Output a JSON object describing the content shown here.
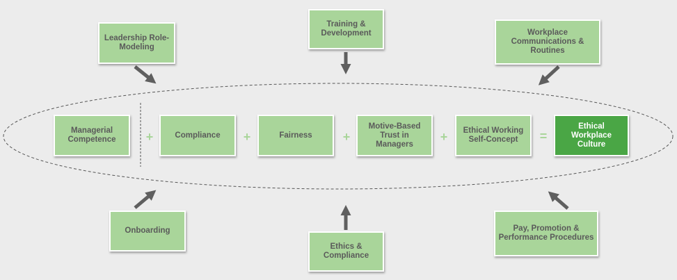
{
  "influences": {
    "leadership": "Leadership Role-Modeling",
    "training": "Training & Development",
    "communications": "Workplace Communications & Routines",
    "onboarding": "Onboarding",
    "ethics_compliance": "Ethics & Compliance",
    "pay_promotion": "Pay, Promotion & Performance Procedures"
  },
  "equation": {
    "managerial": "Managerial Competence",
    "compliance": "Compliance",
    "fairness": "Fairness",
    "motive_trust": "Motive-Based Trust in Managers",
    "self_concept": "Ethical Working Self-Concept",
    "result": "Ethical Workplace Culture",
    "op_plus": "+",
    "op_equals": "="
  },
  "colors": {
    "box_fill": "#a9d59a",
    "result_fill": "#4aa645",
    "text": "#5a5a5a",
    "arrow": "#5f5f5f",
    "background": "#ececec"
  }
}
